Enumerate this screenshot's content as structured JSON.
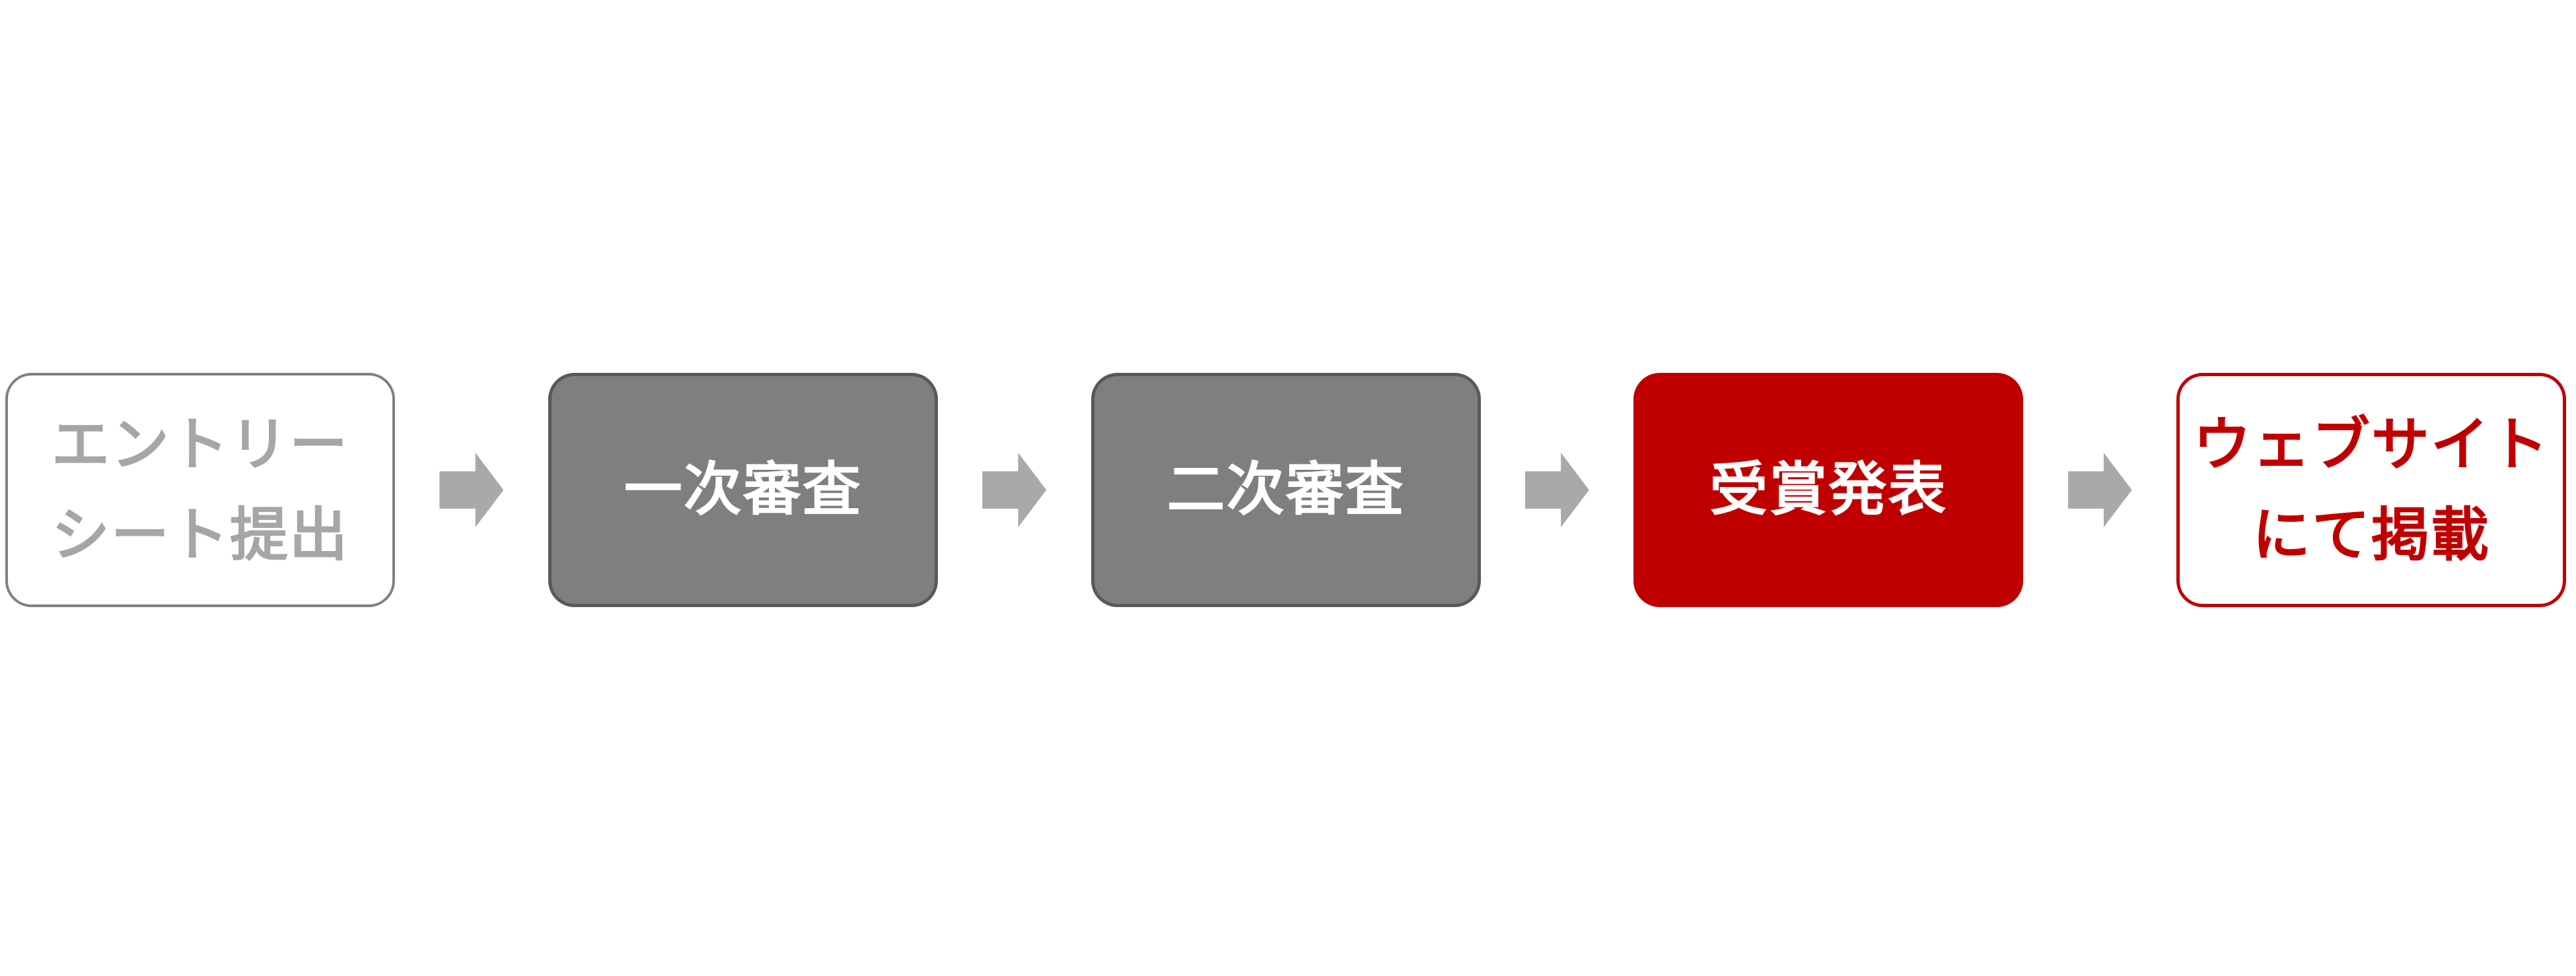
{
  "flow": {
    "description": "selection process flow diagram",
    "steps": [
      {
        "id": "entry-sheet",
        "line1": "エントリー",
        "line2": "シート提出",
        "style": "outline-gray"
      },
      {
        "id": "first-screening",
        "line1": "一次審査",
        "style": "filled-gray"
      },
      {
        "id": "second-screening",
        "line1": "二次審査",
        "style": "filled-gray"
      },
      {
        "id": "award-announcement",
        "line1": "受賞発表",
        "style": "filled-red"
      },
      {
        "id": "website-publication",
        "line1": "ウェブサイト",
        "line2": "にて掲載",
        "style": "outline-red"
      }
    ],
    "colors": {
      "gray_fill": "#7F7F7F",
      "gray_box_border": "#595959",
      "outline_gray_border": "#808080",
      "outline_gray_text": "#A6A6A6",
      "red": "#C00000",
      "arrow_gray": "#A9A9A9",
      "background": "#FFFFFF"
    }
  }
}
